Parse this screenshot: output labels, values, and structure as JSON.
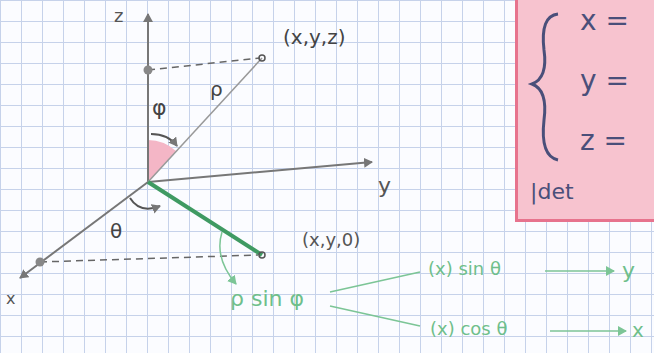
{
  "diagram": {
    "nodes": [
      {
        "text": [
          "x =",
          "y =",
          "z =",
          "|det"
        ]
      }
    ],
    "labels": [
      "z",
      "(x,y,z)",
      "φ",
      "ρ",
      "y",
      "θ",
      "x",
      "(x,y,0)",
      "ρ sin φ",
      "(x) sin θ",
      "y",
      "(x) cos θ",
      "x"
    ]
  }
}
